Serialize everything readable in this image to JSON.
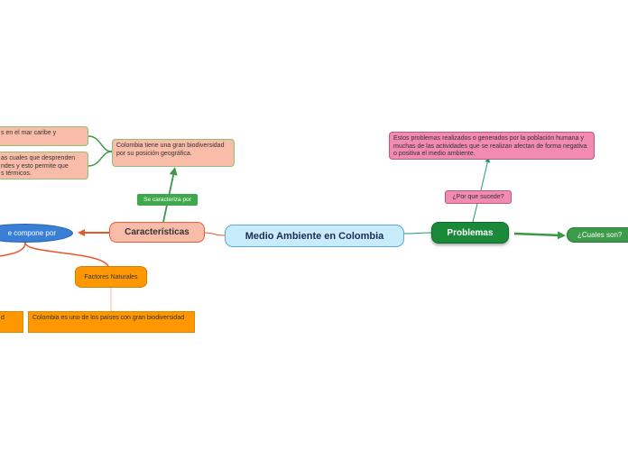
{
  "central_topic": "Medio Ambiente en Colombia",
  "caracteristicas": {
    "label": "Características",
    "connector_label": "Se caracteriza por",
    "description": "Colombia tiene una gran biodiversidad por su posición geográfica.",
    "left_fragment_1": "s en el mar caribe y",
    "left_fragment_2": "as cuales que desprenden\nndes y esto permite que\ns térmicos."
  },
  "compone": {
    "label": "e compone por",
    "factores_label": "Factores Naturales",
    "factores_description": "Colombia es uno de los países con gran biodiversidad",
    "left_fragment": "d"
  },
  "problemas": {
    "label": "Problemas",
    "porque_label": "¿Por que sucede?",
    "description": "Estos problemas realizados o generados por la población humana y muchas de las actividades que se realizan afectan de forma negativa o positiva el medio ambiente.",
    "cuales_label": "¿Cuales son?"
  },
  "colors": {
    "orange_branch": "#e8572a",
    "green_branch": "#3a9a48",
    "teal_branch": "#1f9a7a",
    "center_fill": "#c8ecfb",
    "problemas_fill": "#1a8a3a"
  }
}
